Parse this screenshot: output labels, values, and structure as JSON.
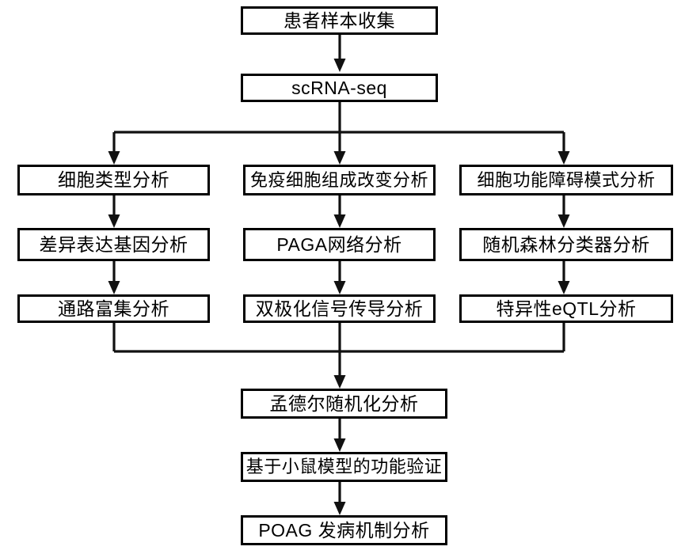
{
  "diagram": {
    "title_present": false,
    "type": "flowchart",
    "orientation": "top-to-bottom",
    "line_color": "#111111",
    "box_border_color": "#000000",
    "box_fill_color": "#ffffff",
    "text_color": "#000000",
    "nodes": [
      {
        "id": "n1",
        "label": "患者样本收集",
        "row": 1,
        "column": "center"
      },
      {
        "id": "n2",
        "label": "scRNA-seq",
        "row": 2,
        "column": "center"
      },
      {
        "id": "n3",
        "label": "细胞类型分析",
        "row": 3,
        "column": "left"
      },
      {
        "id": "n4",
        "label": "免疫细胞组成改变分析",
        "row": 3,
        "column": "center"
      },
      {
        "id": "n5",
        "label": "细胞功能障碍模式分析",
        "row": 3,
        "column": "right"
      },
      {
        "id": "n6",
        "label": "差异表达基因分析",
        "row": 4,
        "column": "left"
      },
      {
        "id": "n7",
        "label": "PAGA网络分析",
        "row": 4,
        "column": "center"
      },
      {
        "id": "n8",
        "label": "随机森林分类器分析",
        "row": 4,
        "column": "right"
      },
      {
        "id": "n9",
        "label": "通路富集分析",
        "row": 5,
        "column": "left"
      },
      {
        "id": "n10",
        "label": "双极化信号传导分析",
        "row": 5,
        "column": "center"
      },
      {
        "id": "n11",
        "label": "特异性eQTL分析",
        "row": 5,
        "column": "right"
      },
      {
        "id": "n12",
        "label": "孟德尔随机化分析",
        "row": 6,
        "column": "center"
      },
      {
        "id": "n13",
        "label": "基于小鼠模型的功能验证",
        "row": 7,
        "column": "center"
      },
      {
        "id": "n14",
        "label": "POAG 发病机制分析",
        "row": 8,
        "column": "center"
      }
    ],
    "edges": [
      {
        "from": "n1",
        "to": "n2",
        "style": "straight-arrow"
      },
      {
        "from": "n2",
        "to": "n3",
        "style": "split-bus-arrow"
      },
      {
        "from": "n2",
        "to": "n4",
        "style": "split-bus-arrow"
      },
      {
        "from": "n2",
        "to": "n5",
        "style": "split-bus-arrow"
      },
      {
        "from": "n3",
        "to": "n6",
        "style": "straight-arrow"
      },
      {
        "from": "n4",
        "to": "n7",
        "style": "straight-arrow"
      },
      {
        "from": "n5",
        "to": "n8",
        "style": "straight-arrow"
      },
      {
        "from": "n6",
        "to": "n9",
        "style": "straight-arrow"
      },
      {
        "from": "n7",
        "to": "n10",
        "style": "straight-arrow"
      },
      {
        "from": "n8",
        "to": "n11",
        "style": "straight-arrow"
      },
      {
        "from": "n9",
        "to": "n12",
        "style": "merge-bus-arrow"
      },
      {
        "from": "n10",
        "to": "n12",
        "style": "merge-bus-arrow"
      },
      {
        "from": "n11",
        "to": "n12",
        "style": "merge-bus-arrow"
      },
      {
        "from": "n12",
        "to": "n13",
        "style": "straight-arrow"
      },
      {
        "from": "n13",
        "to": "n14",
        "style": "straight-arrow"
      }
    ]
  }
}
